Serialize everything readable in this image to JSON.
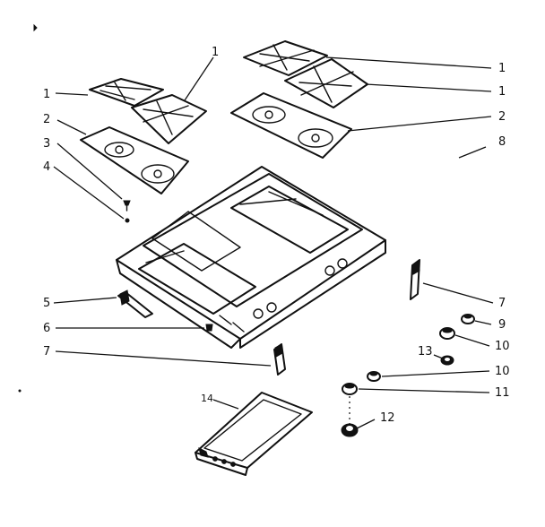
{
  "callouts": [
    {
      "id": "c-left-1a",
      "text": "1"
    },
    {
      "id": "c-left-1b",
      "text": "1"
    },
    {
      "id": "c-left-2",
      "text": "2"
    },
    {
      "id": "c-left-3",
      "text": "3"
    },
    {
      "id": "c-left-4",
      "text": "4"
    },
    {
      "id": "c-right-1a",
      "text": "1"
    },
    {
      "id": "c-right-1b",
      "text": "1"
    },
    {
      "id": "c-right-2",
      "text": "2"
    },
    {
      "id": "c-8",
      "text": "8"
    },
    {
      "id": "c-5",
      "text": "5"
    },
    {
      "id": "c-6",
      "text": "6"
    },
    {
      "id": "c-7a",
      "text": "7"
    },
    {
      "id": "c-7b",
      "text": "7"
    },
    {
      "id": "c-9",
      "text": "9"
    },
    {
      "id": "c-10a",
      "text": "10"
    },
    {
      "id": "c-13",
      "text": "13"
    },
    {
      "id": "c-10b",
      "text": "10"
    },
    {
      "id": "c-11",
      "text": "11"
    },
    {
      "id": "c-12",
      "text": "12"
    },
    {
      "id": "c-14",
      "text": "14"
    }
  ]
}
